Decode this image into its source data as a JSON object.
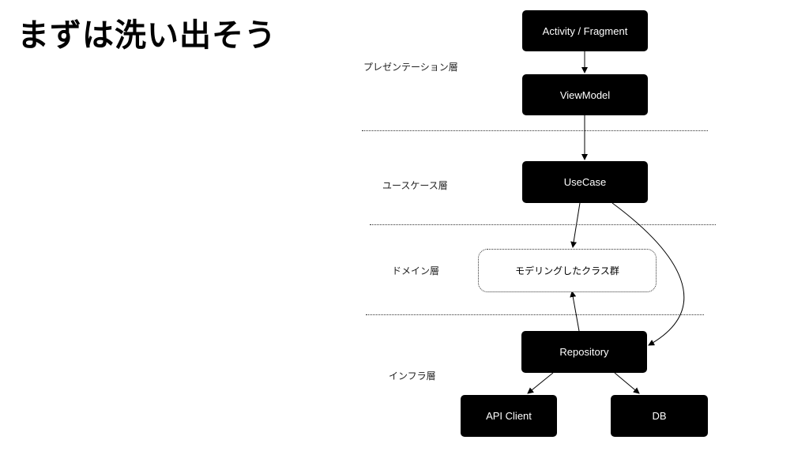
{
  "title": "まずは洗い出そう",
  "layers": {
    "presentation": "プレゼンテーション層",
    "usecase": "ユースケース層",
    "domain": "ドメイン層",
    "infra": "インフラ層"
  },
  "boxes": {
    "activity": "Activity / Fragment",
    "viewmodel": "ViewModel",
    "usecase": "UseCase",
    "domain_classes": "モデリングしたクラス群",
    "repository": "Repository",
    "api_client": "API Client",
    "db": "DB"
  }
}
